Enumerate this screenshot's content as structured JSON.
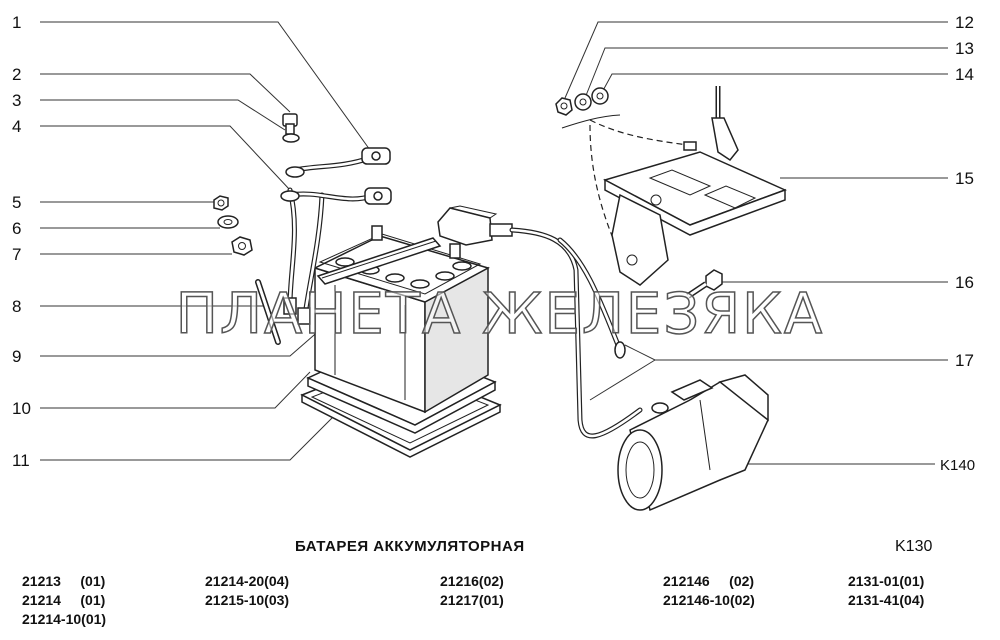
{
  "callouts": {
    "left": [
      "1",
      "2",
      "3",
      "4",
      "5",
      "6",
      "7",
      "8",
      "9",
      "10",
      "11"
    ],
    "right": [
      "12",
      "13",
      "14",
      "15",
      "16",
      "17",
      "K140"
    ]
  },
  "watermark": "ПЛАНЕТА ЖЕЛЕЗЯКА",
  "title": "БАТАРЕЯ АККУМУЛЯТОРНАЯ",
  "page_code": "K130",
  "models": [
    [
      "21213     (01)",
      "21214     (01)",
      "21214-10(01)"
    ],
    [
      "21214-20(04)",
      "21215-10(03)"
    ],
    [
      "21216(02)",
      "21217(01)"
    ],
    [
      "212146     (02)",
      "212146-10(02)"
    ],
    [
      "2131-01(01)",
      "2131-41(04)"
    ]
  ]
}
